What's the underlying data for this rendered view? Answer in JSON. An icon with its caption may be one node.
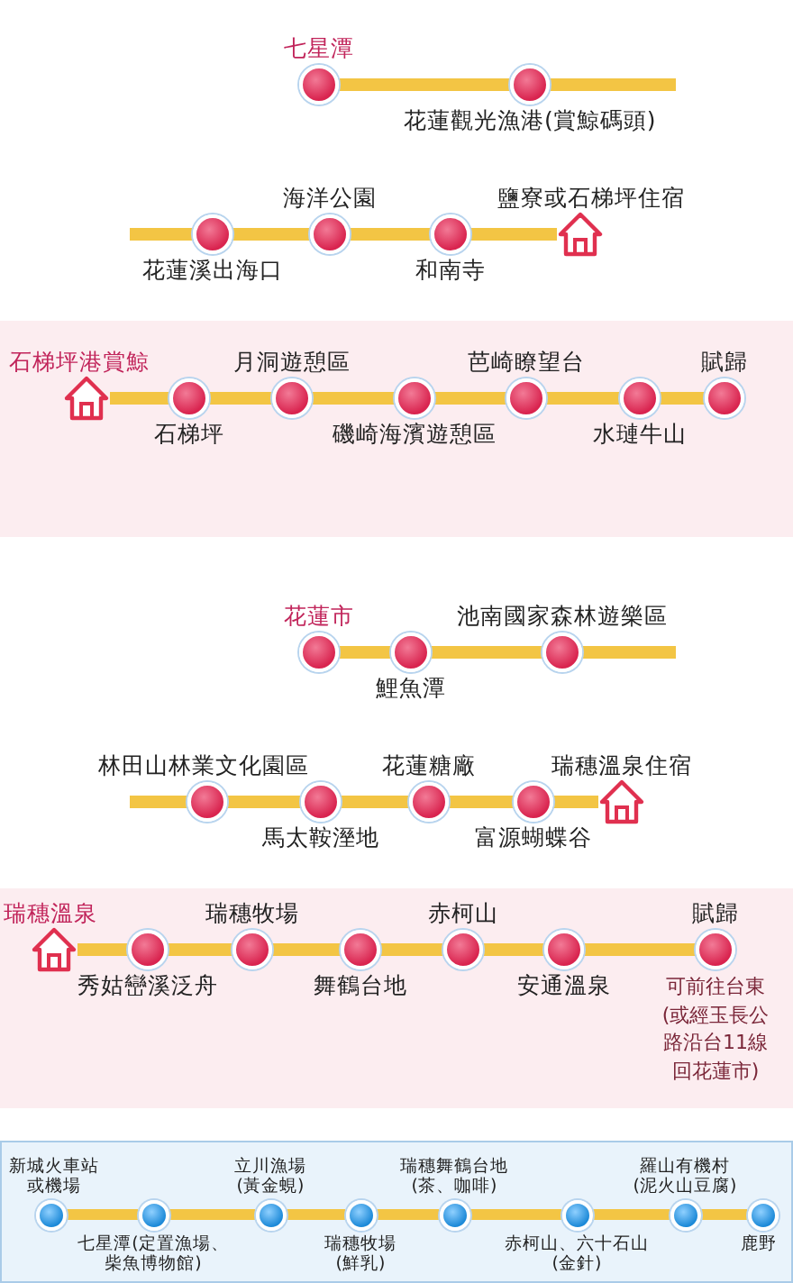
{
  "diagram": {
    "nodes": [
      {
        "text": [
          "七星潭"
        ]
      },
      {
        "text": [
          "花蓮觀光漁港(賞鯨碼頭)"
        ]
      },
      {
        "text": [
          "花蓮溪出海口"
        ]
      },
      {
        "text": [
          "海洋公園"
        ]
      },
      {
        "text": [
          "和南寺"
        ]
      },
      {
        "text": [
          "鹽寮或石梯坪住宿"
        ]
      },
      {
        "text": [
          "石梯坪港賞鯨"
        ]
      },
      {
        "text": [
          "石梯坪"
        ]
      },
      {
        "text": [
          "月洞遊憩區"
        ]
      },
      {
        "text": [
          "磯崎海濱遊憩區"
        ]
      },
      {
        "text": [
          "芭崎瞭望台"
        ]
      },
      {
        "text": [
          "水璉牛山"
        ]
      },
      {
        "text": [
          "賦歸"
        ]
      },
      {
        "text": [
          "花蓮市"
        ]
      },
      {
        "text": [
          "鯉魚潭"
        ]
      },
      {
        "text": [
          "池南國家森林遊樂區"
        ]
      },
      {
        "text": [
          "林田山林業文化園區"
        ]
      },
      {
        "text": [
          "馬太鞍溼地"
        ]
      },
      {
        "text": [
          "花蓮糖廠"
        ]
      },
      {
        "text": [
          "富源蝴蝶谷"
        ]
      },
      {
        "text": [
          "瑞穗溫泉住宿"
        ]
      },
      {
        "text": [
          "瑞穗溫泉"
        ]
      },
      {
        "text": [
          "秀姑巒溪泛舟"
        ]
      },
      {
        "text": [
          "瑞穗牧場"
        ]
      },
      {
        "text": [
          "舞鶴台地"
        ]
      },
      {
        "text": [
          "赤柯山"
        ]
      },
      {
        "text": [
          "安通溫泉"
        ]
      },
      {
        "text": [
          "賦歸"
        ],
        "beside": [
          "可前往台東(或經玉長公路沿台11線回花蓮市)"
        ]
      },
      {
        "text": [
          "新城火車站或機場"
        ]
      },
      {
        "text": [
          "七星潭(定置漁場、柴魚博物館)"
        ]
      },
      {
        "text": [
          "立川漁場(黃金蜆)"
        ]
      },
      {
        "text": [
          "瑞穗牧場(鮮乳)"
        ]
      },
      {
        "text": [
          "瑞穗舞鶴台地(茶、咖啡)"
        ]
      },
      {
        "text": [
          "赤柯山、六十石山(金針)"
        ]
      },
      {
        "text": [
          "羅山有機村(泥火山豆腐)"
        ]
      },
      {
        "text": [
          "鹿野"
        ]
      }
    ],
    "edges": [
      {
        "from": 0,
        "to": 1,
        "arrow": "none"
      },
      {
        "from": 2,
        "to": 3,
        "arrow": "none"
      },
      {
        "from": 3,
        "to": 4,
        "arrow": "none"
      },
      {
        "from": 4,
        "to": 5,
        "arrow": "none"
      },
      {
        "from": 6,
        "to": 7,
        "arrow": "none"
      },
      {
        "from": 7,
        "to": 8,
        "arrow": "none"
      },
      {
        "from": 8,
        "to": 9,
        "arrow": "none"
      },
      {
        "from": 9,
        "to": 10,
        "arrow": "none"
      },
      {
        "from": 10,
        "to": 11,
        "arrow": "none"
      },
      {
        "from": 11,
        "to": 12,
        "arrow": "none"
      },
      {
        "from": 13,
        "to": 14,
        "arrow": "none"
      },
      {
        "from": 14,
        "to": 15,
        "arrow": "none"
      },
      {
        "from": 16,
        "to": 17,
        "arrow": "none"
      },
      {
        "from": 17,
        "to": 18,
        "arrow": "none"
      },
      {
        "from": 18,
        "to": 19,
        "arrow": "none"
      },
      {
        "from": 19,
        "to": 20,
        "arrow": "none"
      },
      {
        "from": 21,
        "to": 22,
        "arrow": "none"
      },
      {
        "from": 22,
        "to": 23,
        "arrow": "none"
      },
      {
        "from": 23,
        "to": 24,
        "arrow": "none"
      },
      {
        "from": 24,
        "to": 25,
        "arrow": "none"
      },
      {
        "from": 25,
        "to": 26,
        "arrow": "none"
      },
      {
        "from": 26,
        "to": 27,
        "arrow": "none"
      },
      {
        "from": 28,
        "to": 29,
        "arrow": "none"
      },
      {
        "from": 29,
        "to": 30,
        "arrow": "none"
      },
      {
        "from": 30,
        "to": 31,
        "arrow": "none"
      },
      {
        "from": 31,
        "to": 32,
        "arrow": "none"
      },
      {
        "from": 32,
        "to": 33,
        "arrow": "none"
      },
      {
        "from": 33,
        "to": 34,
        "arrow": "none"
      },
      {
        "from": 34,
        "to": 35,
        "arrow": "none"
      }
    ]
  }
}
